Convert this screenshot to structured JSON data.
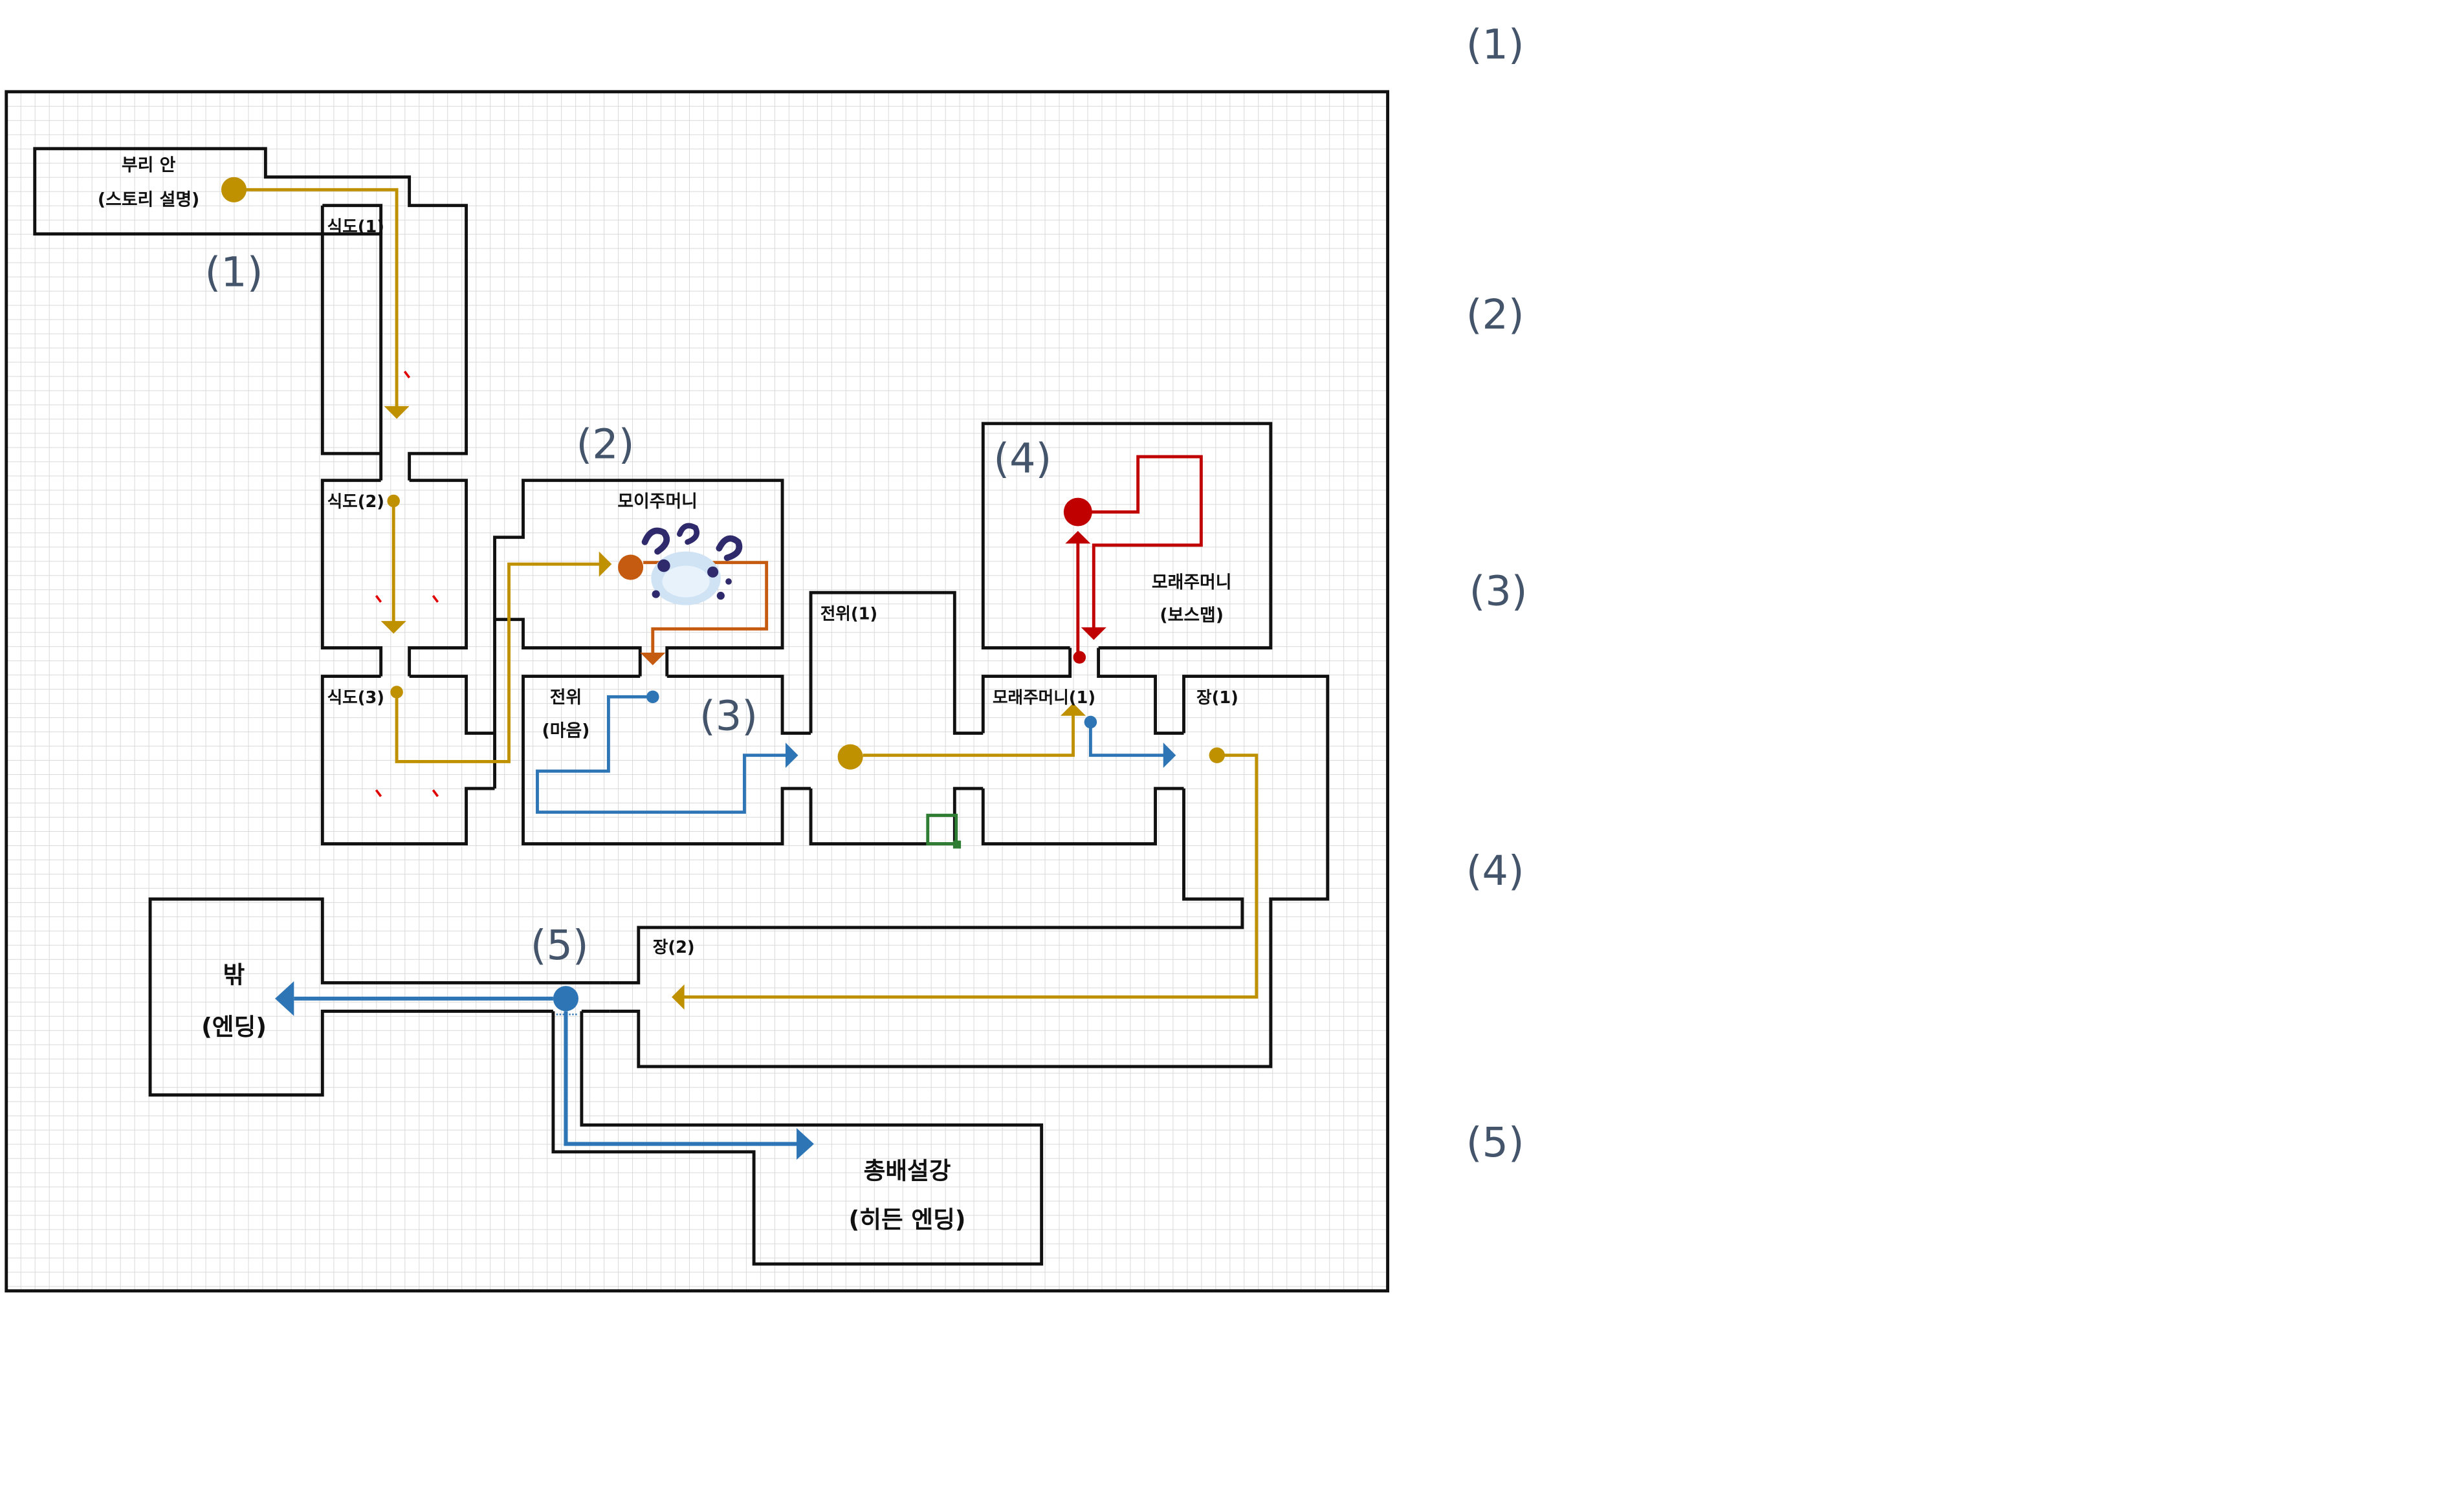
{
  "colors": {
    "grid": "#d9d9d9",
    "wall": "#111111",
    "path_gold": "#bf9000",
    "path_blue": "#2e75b6",
    "path_red": "#c00000",
    "path_orange": "#c55a11",
    "marker_green": "#2e7d32",
    "step_label": "#44546a",
    "boss_icon": "#2f2a6b"
  },
  "rooms": {
    "burian": {
      "line1": "부리 안",
      "line2": "(스토리 설명)"
    },
    "sikdo1": "식도(1)",
    "sikdo2": "식도(2)",
    "sikdo3": "식도(3)",
    "moijumeoni": "모이주머니",
    "jeonwi_maeum": {
      "line1": "전위",
      "line2": "(마음)"
    },
    "jeonwi1": "전위(1)",
    "moraejumeoni_boss": {
      "line1": "모래주머니",
      "line2": "(보스맵)"
    },
    "moraejumeoni1": "모래주머니(1)",
    "jang1": "장(1)",
    "jang2": "장(2)",
    "bak_ending": {
      "line1": "밖",
      "line2": "(엔딩)"
    },
    "hidden_ending": {
      "line1": "총배설강",
      "line2": "(히든 엔딩)"
    }
  },
  "map_step_labels": [
    "(1)",
    "(2)",
    "(3)",
    "(4)",
    "(5)"
  ],
  "side_step_labels": [
    "(1)",
    "(2)",
    "(3)",
    "(4)",
    "(5)"
  ],
  "icons": {
    "boss": "blue-swirl-creature-icon",
    "save_point": "green-square-icon"
  }
}
